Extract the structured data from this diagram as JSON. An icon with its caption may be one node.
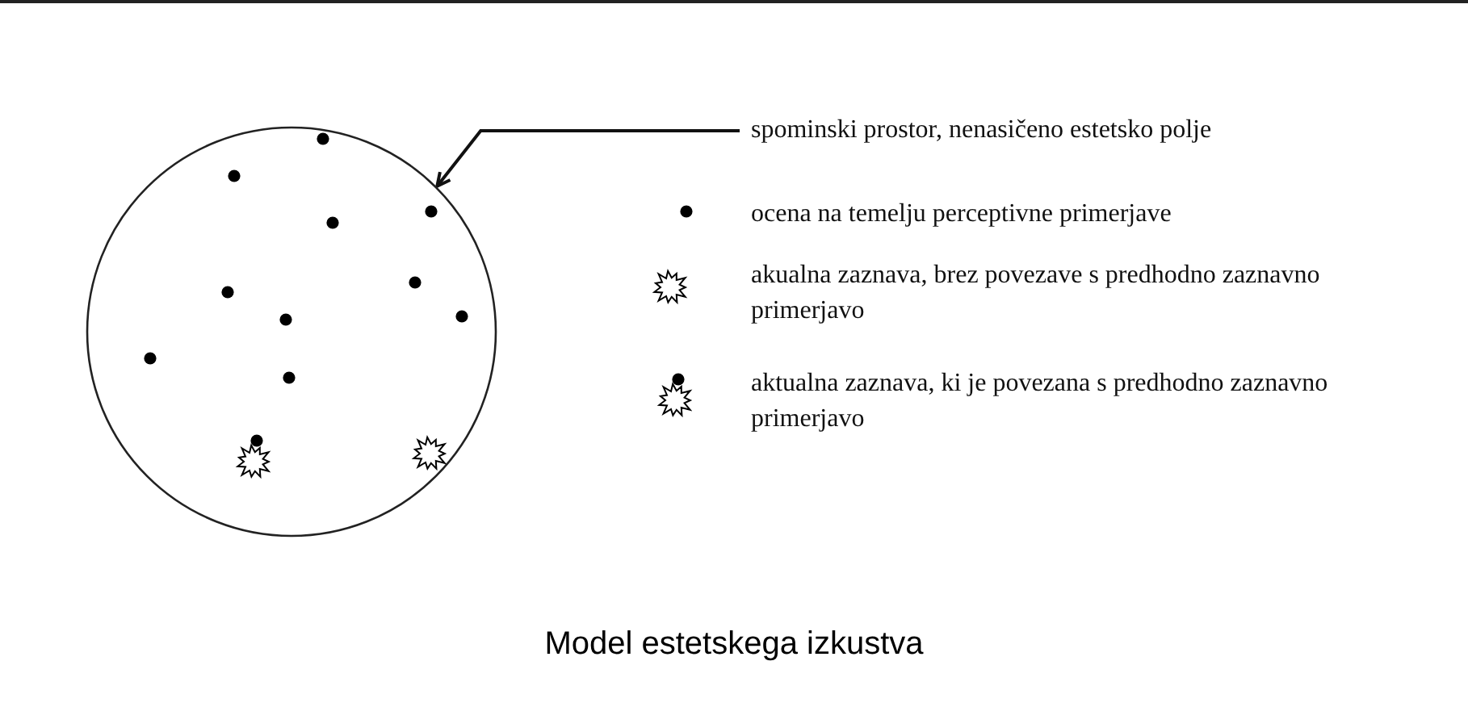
{
  "diagram": {
    "caption": "Model estetskega izkustva",
    "nodes": [
      {
        "text": [],
        "shape": "circle"
      },
      {
        "text": [
          "spominski prostor, nenasičeno estetsko polje"
        ]
      }
    ],
    "edges": [
      {
        "from": 1,
        "to": 0,
        "arrow": "to"
      }
    ],
    "legend": [
      {
        "text": "ocena na temelju perceptivne primerjave"
      },
      {
        "text": "akualna zaznava, brez povezave s predhodno zaznavno primerjavo"
      },
      {
        "text": "aktualna zaznava, ki je povezana s predhodno zaznavno primerjavo"
      }
    ]
  }
}
